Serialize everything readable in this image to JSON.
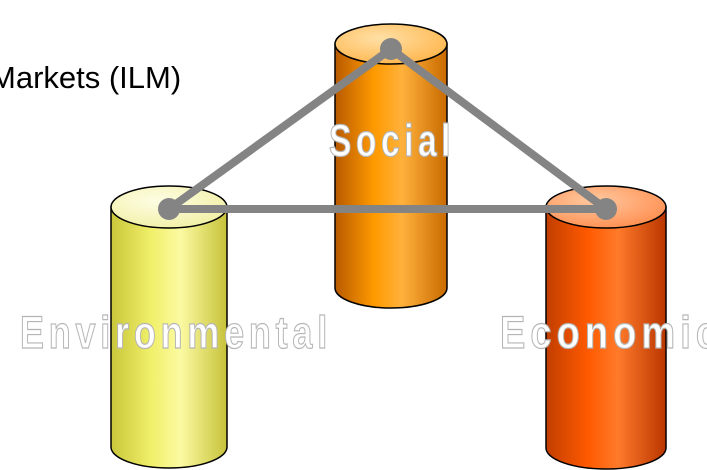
{
  "title": "Markets (ILM)",
  "pillars": [
    {
      "label": "Social",
      "color": "#ff9a00"
    },
    {
      "label": "Environmental",
      "color": "#f1f06a"
    },
    {
      "label": "Economic",
      "color": "#ff5a00"
    }
  ],
  "colors": {
    "connector": "#848484",
    "label_fill": "#ffffff",
    "label_outline": "#b5b5b5"
  }
}
